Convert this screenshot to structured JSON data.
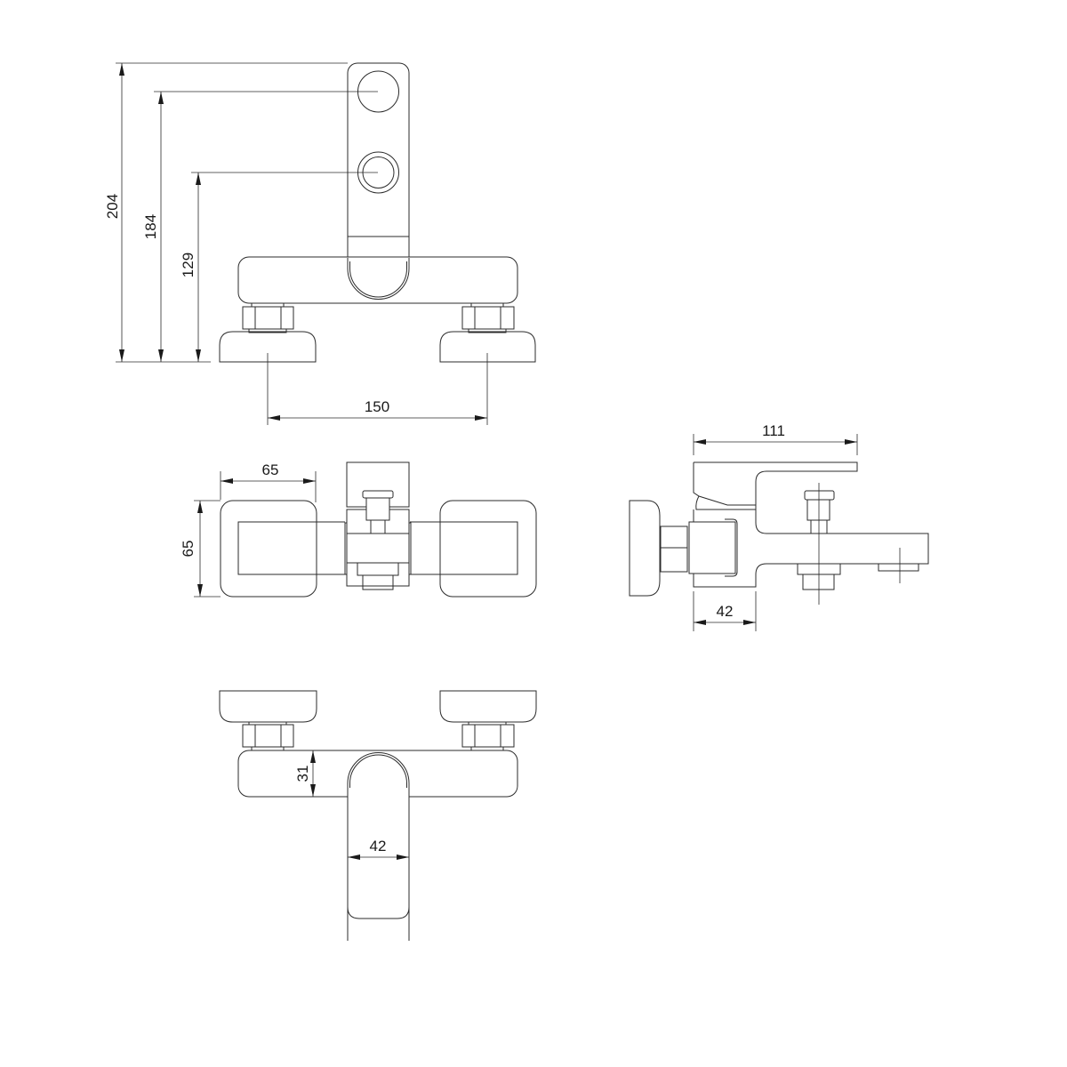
{
  "drawing": {
    "front_view": {
      "overall_height": "204",
      "upper_outlet_height": "184",
      "lower_outlet_height": "129",
      "inlet_spacing": "150"
    },
    "top_view": {
      "escutcheon_width": "65",
      "escutcheon_height": "65"
    },
    "side_view": {
      "projection": "111",
      "body_depth": "42"
    },
    "bottom_view": {
      "body_height": "31",
      "spout_width": "42"
    },
    "line_color": "#2b2b2b",
    "background": "#ffffff"
  }
}
